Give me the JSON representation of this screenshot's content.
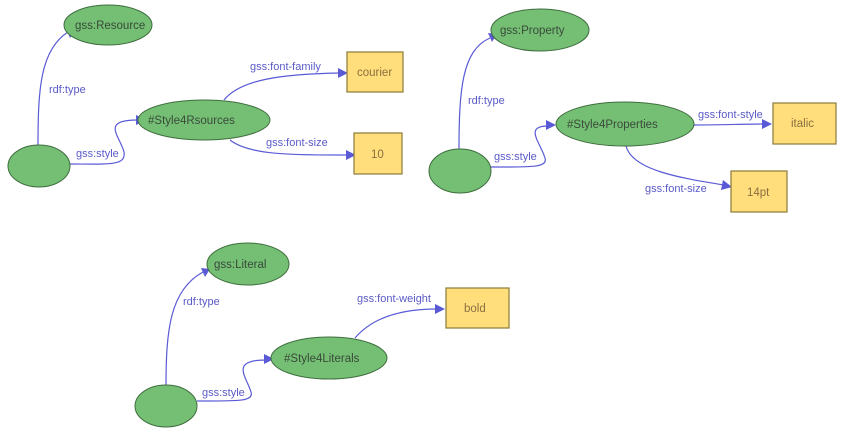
{
  "diagram": {
    "title": "GSS style graphs",
    "colors": {
      "resource_node": "#74bf74",
      "literal_node": "#ffde7b",
      "edge": "#5a5ad6",
      "edge_label": "#5a5ac8"
    },
    "graphs": [
      {
        "blank_node": "",
        "type_node": "gss:Resource",
        "style_node": "#Style4Rsources",
        "edges": {
          "type": "rdf:type",
          "style": "gss:style",
          "prop1": "gss:font-family",
          "prop2": "gss:font-size"
        },
        "literals": [
          "courier",
          "10"
        ]
      },
      {
        "blank_node": "",
        "type_node": "gss:Property",
        "style_node": "#Style4Properties",
        "edges": {
          "type": "rdf:type",
          "style": "gss:style",
          "prop1": "gss:font-style",
          "prop2": "gss:font-size"
        },
        "literals": [
          "italic",
          "14pt"
        ]
      },
      {
        "blank_node": "",
        "type_node": "gss:Literal",
        "style_node": "#Style4Literals",
        "edges": {
          "type": "rdf:type",
          "style": "gss:style",
          "prop1": "gss:font-weight"
        },
        "literals": [
          "bold"
        ]
      }
    ]
  }
}
